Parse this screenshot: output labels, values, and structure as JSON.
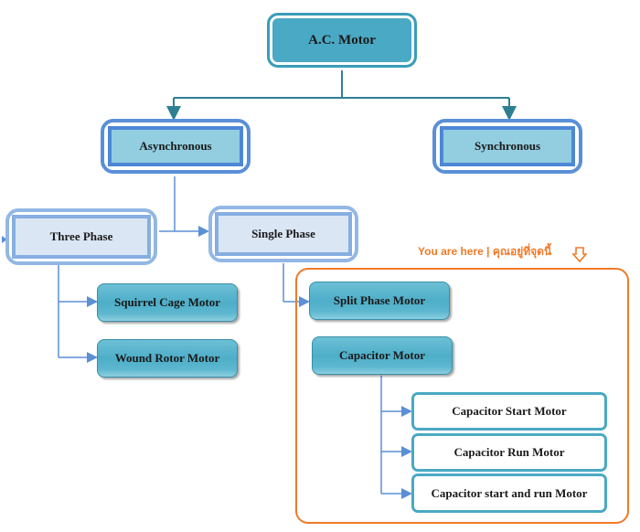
{
  "diagram": {
    "root": "A.C. Motor",
    "types": {
      "asynchronous": "Asynchronous",
      "synchronous": "Synchronous"
    },
    "phases": {
      "three": "Three Phase",
      "single": "Single Phase"
    },
    "three_phase_children": [
      "Squirrel Cage Motor",
      "Wound Rotor Motor"
    ],
    "single_phase_children": [
      "Split Phase Motor",
      "Capacitor Motor"
    ],
    "capacitor_children": [
      "Capacitor Start Motor",
      "Capacitor Run Motor",
      "Capacitor start and run Motor"
    ],
    "you_are_here": "You are here | คุณอยู่ที่จุดนี้",
    "colors": {
      "highlight": "#f07a2a",
      "teal": "#4aa9c4",
      "blue": "#5a8fd8",
      "connector_top": "#2f7f92",
      "connector": "#5b8fd6"
    }
  }
}
